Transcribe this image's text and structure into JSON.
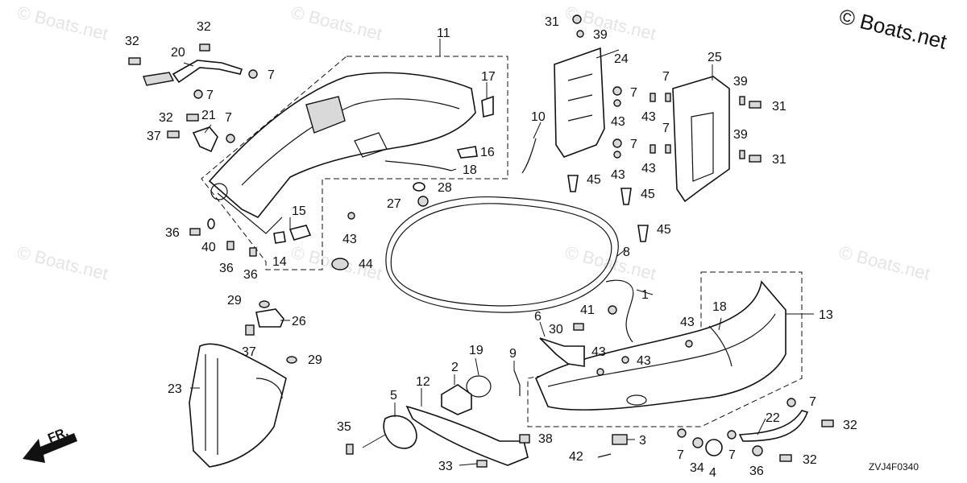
{
  "copyright": "© Boats.net",
  "watermark": "© Boats.net",
  "diagram_code": "ZVJ4F0340",
  "front_arrow_label": "FR.",
  "callouts": [
    "1",
    "2",
    "3",
    "4",
    "5",
    "6",
    "7",
    "8",
    "9",
    "10",
    "11",
    "12",
    "13",
    "14",
    "15",
    "16",
    "17",
    "18",
    "19",
    "20",
    "21",
    "22",
    "23",
    "24",
    "25",
    "26",
    "27",
    "28",
    "29",
    "30",
    "31",
    "32",
    "33",
    "34",
    "35",
    "36",
    "37",
    "38",
    "39",
    "40",
    "41",
    "42",
    "43",
    "44",
    "45"
  ]
}
